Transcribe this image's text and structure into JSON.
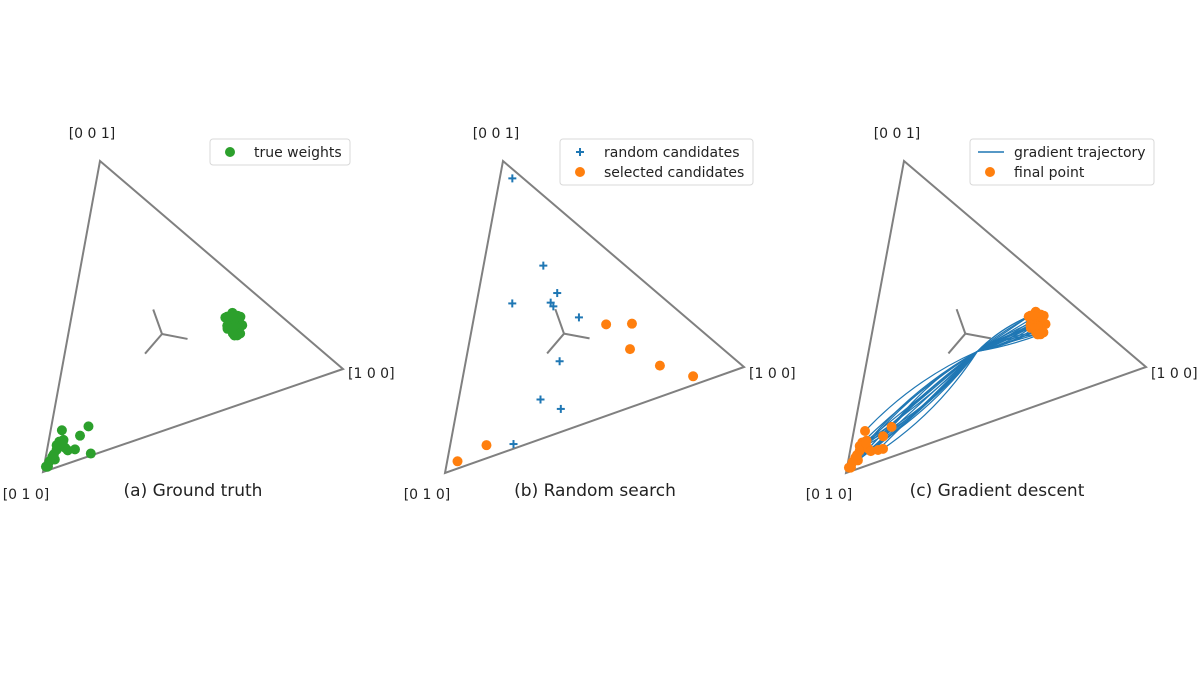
{
  "colors": {
    "green": "#2ca02c",
    "blue": "#1f77b4",
    "orange": "#ff7f0e",
    "triangle": "#808080",
    "center_glyph": "#808080"
  },
  "chart_data": [
    {
      "type": "scatter",
      "panel": "a",
      "caption": "(a) Ground truth",
      "coordinate_system": "ternary simplex, barycentric weights [w1 w2 w3]",
      "vertex_labels": {
        "right": "[1 0 0]",
        "bottom_left": "[0 1 0]",
        "top": "[0 0 1]"
      },
      "legend": {
        "placement": "top-right",
        "entries": [
          {
            "label": "true weights",
            "marker": "dot",
            "color": "#2ca02c"
          }
        ]
      },
      "series": [
        {
          "name": "true weights",
          "marker": "dot",
          "color": "#2ca02c",
          "points": [
            [
              0.548,
              0.137,
              0.315
            ],
            [
              0.55,
              0.136,
              0.314
            ],
            [
              0.57,
              0.107,
              0.323
            ],
            [
              0.59,
              0.103,
              0.307
            ],
            [
              0.601,
              0.099,
              0.3
            ],
            [
              0.554,
              0.13,
              0.316
            ],
            [
              0.571,
              0.139,
              0.29
            ],
            [
              0.572,
              0.12,
              0.308
            ],
            [
              0.593,
              0.123,
              0.284
            ],
            [
              0.613,
              0.118,
              0.269
            ],
            [
              0.596,
              0.137,
              0.267
            ],
            [
              0.578,
              0.143,
              0.279
            ],
            [
              0.56,
              0.155,
              0.285
            ],
            [
              0.6,
              0.142,
              0.258
            ],
            [
              0.563,
              0.163,
              0.274
            ],
            [
              0.585,
              0.163,
              0.252
            ],
            [
              0.586,
              0.143,
              0.271
            ],
            [
              0.611,
              0.146,
              0.243
            ],
            [
              0.602,
              0.158,
              0.24
            ],
            [
              0.578,
              0.154,
              0.268
            ],
            [
              0.592,
              0.165,
              0.243
            ],
            [
              0.034,
              0.937,
              0.029
            ],
            [
              0.012,
              0.975,
              0.013
            ],
            [
              0.014,
              0.972,
              0.014
            ],
            [
              0.007,
              0.978,
              0.015
            ],
            [
              0.023,
              0.936,
              0.041
            ],
            [
              0.016,
              0.955,
              0.029
            ],
            [
              0.034,
              0.906,
              0.06
            ],
            [
              0.038,
              0.877,
              0.085
            ],
            [
              0.027,
              0.925,
              0.048
            ],
            [
              0.044,
              0.888,
              0.068
            ],
            [
              0.031,
              0.893,
              0.076
            ],
            [
              0.052,
              0.862,
              0.086
            ],
            [
              0.064,
              0.88,
              0.056
            ],
            [
              0.04,
              0.839,
              0.121
            ],
            [
              0.051,
              0.87,
              0.079
            ],
            [
              0.074,
              0.881,
              0.045
            ],
            [
              0.099,
              0.861,
              0.04
            ],
            [
              0.108,
              0.811,
              0.081
            ],
            [
              0.132,
              0.765,
              0.103
            ],
            [
              0.158,
              0.835,
              0.007
            ]
          ]
        }
      ],
      "center_glyph": "barycenter tripod"
    },
    {
      "type": "scatter",
      "panel": "b",
      "caption": "(b) Random search",
      "coordinate_system": "ternary simplex, barycentric weights [w1 w2 w3]",
      "vertex_labels": {
        "right": "[1 0 0]",
        "bottom_left": "[0 1 0]",
        "top": "[0 0 1]"
      },
      "legend": {
        "placement": "top-right",
        "entries": [
          {
            "label": "random candidates",
            "marker": "plus",
            "color": "#1f77b4"
          },
          {
            "label": "selected candidates",
            "marker": "dot",
            "color": "#ff7f0e"
          }
        ]
      },
      "series": [
        {
          "name": "random candidates",
          "marker": "plus",
          "color": "#1f77b4",
          "points": [
            [
              0.045,
              0.026,
              0.929
            ],
            [
              0.214,
              0.194,
              0.592
            ],
            [
              0.282,
              0.237,
              0.481
            ],
            [
              0.128,
              0.372,
              0.5
            ],
            [
              0.265,
              0.279,
              0.456
            ],
            [
              0.277,
              0.283,
              0.44
            ],
            [
              0.376,
              0.253,
              0.371
            ],
            [
              0.478,
              0.208,
              0.314
            ],
            [
              0.57,
              0.145,
              0.285
            ],
            [
              0.58,
              0.22,
              0.2
            ],
            [
              0.336,
              0.42,
              0.244
            ],
            [
              0.698,
              0.195,
              0.107
            ],
            [
              0.824,
              0.146,
              0.03
            ],
            [
              0.293,
              0.571,
              0.136
            ],
            [
              0.372,
              0.549,
              0.079
            ],
            [
              0.13,
              0.825,
              0.045
            ],
            [
              0.226,
              0.758,
              0.016
            ],
            [
              0.037,
              0.938,
              0.025
            ]
          ]
        },
        {
          "name": "selected candidates",
          "marker": "dot",
          "color": "#ff7f0e",
          "points": [
            [
              0.57,
              0.145,
              0.285
            ],
            [
              0.58,
              0.22,
              0.2
            ],
            [
              0.478,
              0.208,
              0.314
            ],
            [
              0.698,
              0.195,
              0.107
            ],
            [
              0.824,
              0.146,
              0.03
            ],
            [
              0.13,
              0.825,
              0.045
            ],
            [
              0.037,
              0.938,
              0.025
            ]
          ]
        }
      ],
      "center_glyph": "barycenter tripod"
    },
    {
      "type": "line",
      "panel": "c",
      "caption": "(c) Gradient descent",
      "coordinate_system": "ternary simplex, barycentric weights [w1 w2 w3]",
      "vertex_labels": {
        "right": "[1 0 0]",
        "bottom_left": "[0 1 0]",
        "top": "[0 0 1]"
      },
      "legend": {
        "placement": "top-right",
        "entries": [
          {
            "label": "gradient trajectory",
            "marker": "line",
            "color": "#1f77b4"
          },
          {
            "label": "final point",
            "marker": "dot",
            "color": "#ff7f0e"
          }
        ]
      },
      "start_point": [
        0.388,
        0.354,
        0.258
      ],
      "series": [
        {
          "name": "final point",
          "marker": "dot",
          "color": "#ff7f0e",
          "points": [
            [
              0.548,
              0.137,
              0.315
            ],
            [
              0.55,
              0.136,
              0.314
            ],
            [
              0.57,
              0.107,
              0.323
            ],
            [
              0.59,
              0.103,
              0.307
            ],
            [
              0.601,
              0.099,
              0.3
            ],
            [
              0.554,
              0.13,
              0.316
            ],
            [
              0.571,
              0.139,
              0.29
            ],
            [
              0.572,
              0.12,
              0.308
            ],
            [
              0.593,
              0.123,
              0.284
            ],
            [
              0.613,
              0.118,
              0.269
            ],
            [
              0.596,
              0.137,
              0.267
            ],
            [
              0.578,
              0.143,
              0.279
            ],
            [
              0.56,
              0.155,
              0.285
            ],
            [
              0.6,
              0.142,
              0.258
            ],
            [
              0.563,
              0.163,
              0.274
            ],
            [
              0.585,
              0.163,
              0.252
            ],
            [
              0.586,
              0.143,
              0.271
            ],
            [
              0.611,
              0.146,
              0.243
            ],
            [
              0.602,
              0.158,
              0.24
            ],
            [
              0.578,
              0.154,
              0.268
            ],
            [
              0.592,
              0.165,
              0.243
            ],
            [
              0.034,
              0.937,
              0.029
            ],
            [
              0.012,
              0.975,
              0.013
            ],
            [
              0.014,
              0.972,
              0.014
            ],
            [
              0.007,
              0.978,
              0.015
            ],
            [
              0.023,
              0.936,
              0.041
            ],
            [
              0.016,
              0.955,
              0.029
            ],
            [
              0.034,
              0.906,
              0.06
            ],
            [
              0.038,
              0.877,
              0.085
            ],
            [
              0.027,
              0.925,
              0.048
            ],
            [
              0.044,
              0.888,
              0.068
            ],
            [
              0.031,
              0.893,
              0.076
            ],
            [
              0.052,
              0.862,
              0.086
            ],
            [
              0.064,
              0.88,
              0.056
            ],
            [
              0.04,
              0.839,
              0.121
            ],
            [
              0.051,
              0.87,
              0.079
            ],
            [
              0.074,
              0.881,
              0.045
            ],
            [
              0.099,
              0.861,
              0.04
            ],
            [
              0.108,
              0.811,
              0.081
            ],
            [
              0.132,
              0.765,
              0.103
            ],
            [
              0.116,
              0.846,
              0.038
            ]
          ]
        }
      ],
      "center_glyph": "barycenter tripod"
    }
  ]
}
